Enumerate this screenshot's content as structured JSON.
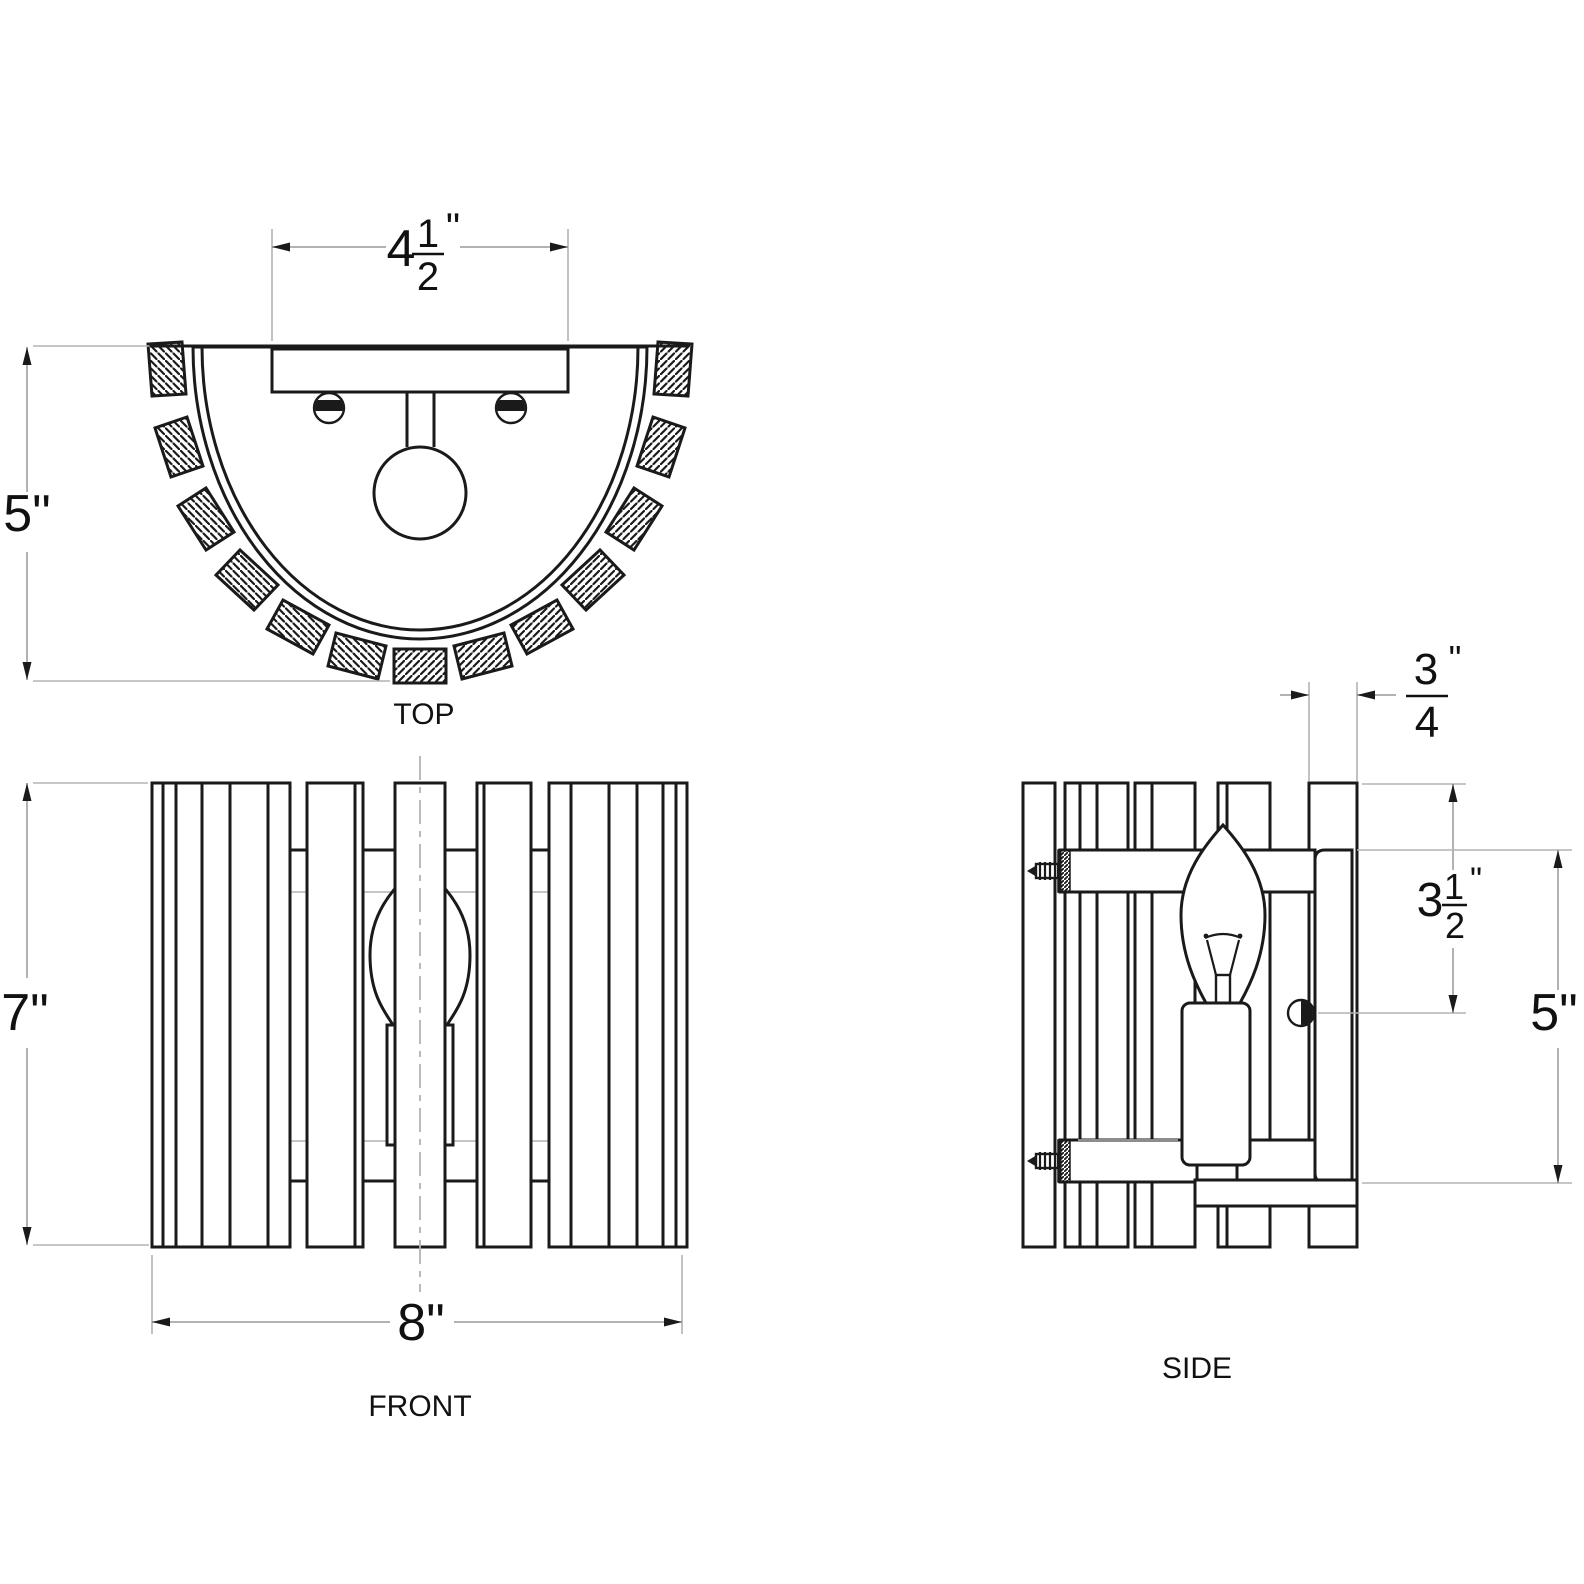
{
  "views": {
    "top": {
      "label": "TOP"
    },
    "front": {
      "label": "FRONT"
    },
    "side": {
      "label": "SIDE"
    }
  },
  "dimensions": {
    "top_width": {
      "whole": "4",
      "numerator": "1",
      "denominator": "2",
      "unit": "\""
    },
    "top_depth": {
      "text": "5\""
    },
    "front_height": {
      "text": "7\""
    },
    "front_width": {
      "text": "8\""
    },
    "side_slat_depth": {
      "numerator": "3",
      "denominator": "4",
      "unit": "\""
    },
    "side_mount_offset": {
      "whole": "3",
      "numerator": "1",
      "denominator": "2",
      "unit": "\""
    },
    "side_backplate_height": {
      "text": "5\""
    }
  },
  "colors": {
    "line": "#1a1a1a",
    "hidden_line": "#b3b3b3",
    "dimension_line": "#999999",
    "background": "#ffffff"
  }
}
